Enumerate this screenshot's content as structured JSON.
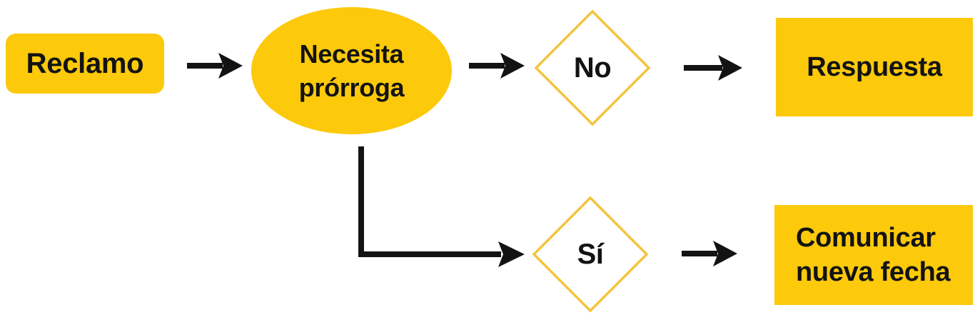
{
  "colors": {
    "node_fill": "#FCC90B",
    "diamond_border": "#F3C43C",
    "diamond_fill": "#FFFFFF",
    "text": "#131313",
    "arrow": "#131313",
    "background": "#FFFFFF"
  },
  "flowchart": {
    "nodes": {
      "reclamo": {
        "label": "Reclamo",
        "shape": "rounded-rectangle"
      },
      "necesita_prorroga": {
        "label": "Necesita prórroga",
        "shape": "ellipse"
      },
      "no": {
        "label": "No",
        "shape": "diamond"
      },
      "respuesta": {
        "label": "Respuesta",
        "shape": "rectangle"
      },
      "si": {
        "label": "Sí",
        "shape": "diamond"
      },
      "comunicar_nueva_fecha": {
        "label": "Comunicar nueva fecha",
        "shape": "rectangle"
      }
    },
    "edges": [
      {
        "from": "reclamo",
        "to": "necesita_prorroga",
        "type": "arrow"
      },
      {
        "from": "necesita_prorroga",
        "to": "no",
        "type": "arrow"
      },
      {
        "from": "no",
        "to": "respuesta",
        "type": "arrow"
      },
      {
        "from": "necesita_prorroga",
        "to": "si",
        "type": "elbow-arrow"
      },
      {
        "from": "si",
        "to": "comunicar_nueva_fecha",
        "type": "arrow"
      }
    ]
  }
}
